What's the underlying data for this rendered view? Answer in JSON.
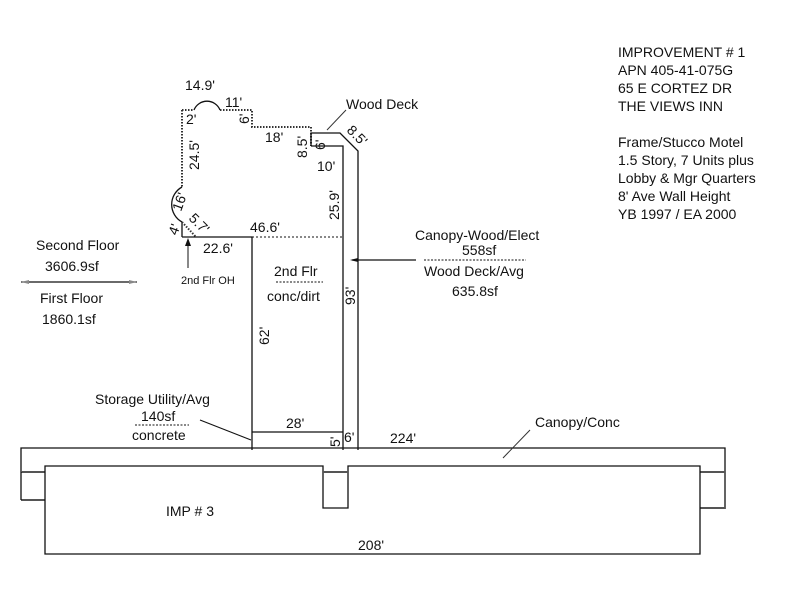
{
  "info": {
    "lines": [
      "IMPROVEMENT # 1",
      "APN 405-41-075G",
      "65 E CORTEZ DR",
      "THE VIEWS INN",
      "",
      "Frame/Stucco Motel",
      "1.5 Story, 7 Units plus",
      "Lobby & Mgr Quarters",
      "8' Ave Wall Height",
      "YB 1997 / EA 2000"
    ]
  },
  "floors": {
    "second_label": "Second Floor",
    "second_area": "3606.9sf",
    "first_label": "First Floor",
    "first_area": "1860.1sf",
    "overhang_label": "2nd Flr OH"
  },
  "interior": {
    "top": "2nd Flr",
    "bottom": "conc/dirt"
  },
  "canopy_wood": {
    "label": "Canopy-Wood/Elect",
    "area": "558sf",
    "label2": "Wood Deck/Avg",
    "area2": "635.8sf"
  },
  "storage": {
    "label": "Storage Utility/Avg",
    "area": "140sf",
    "material": "concrete"
  },
  "wood_deck_label": "Wood Deck",
  "canopy_conc_label": "Canopy/Conc",
  "imp3_label": "IMP # 3",
  "dimensions": {
    "arc_top": "14.9'",
    "d11": "11'",
    "d2": "2'",
    "d6a": "6'",
    "d18": "18'",
    "d85a": "8.5'",
    "d6b": "6'",
    "d85b": "8.5'",
    "d10": "10'",
    "d245": "24.5'",
    "d259": "25.9'",
    "d16": "16'",
    "d4": "4'",
    "d57": "5.7'",
    "d466": "46.6'",
    "d226": "22.6'",
    "d93": "93'",
    "d62": "62'",
    "d28": "28'",
    "d5": "5'",
    "d6c": "6'",
    "d224": "224'",
    "d208": "208'"
  }
}
